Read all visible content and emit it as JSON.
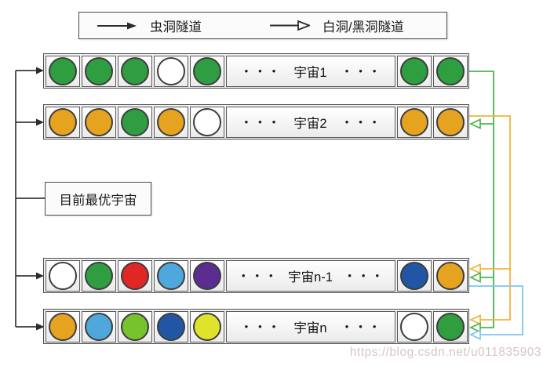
{
  "legend": {
    "wormhole_label": "虫洞隧道",
    "whitehole_label": "白洞/黑洞隧道"
  },
  "best_universe_label": "目前最优宇宙",
  "ellipsis": "•••",
  "watermark": "https://blog.csdn.net/u011835903",
  "universes": [
    {
      "name": "宇宙1",
      "left_circles": [
        "green",
        "green",
        "green",
        "white",
        "green"
      ],
      "right_circles": [
        "green",
        "green"
      ]
    },
    {
      "name": "宇宙2",
      "left_circles": [
        "orange",
        "orange",
        "green",
        "orange",
        "white"
      ],
      "right_circles": [
        "orange",
        "orange"
      ]
    },
    {
      "name": "宇宙n-1",
      "left_circles": [
        "white",
        "green",
        "red",
        "sky",
        "purple"
      ],
      "right_circles": [
        "navy",
        "orange"
      ]
    },
    {
      "name": "宇宙n",
      "left_circles": [
        "orange",
        "sky",
        "lime",
        "navy",
        "yellow"
      ],
      "right_circles": [
        "white",
        "green"
      ]
    }
  ],
  "colors": {
    "green": "#2f9e41",
    "orange": "#e5a320",
    "red": "#e02726",
    "sky": "#4fa8dc",
    "purple": "#5b2d90",
    "navy": "#2156a5",
    "lime": "#77c32c",
    "yellow": "#dfe32b",
    "white": "#ffffff",
    "line_green": "#4bb54e",
    "line_orange": "#f2b338",
    "line_blue": "#7dc5f0",
    "line_black": "#3a3a3a",
    "arrow_fill": "#2c2c2c",
    "open_fill": "#ffffff"
  }
}
